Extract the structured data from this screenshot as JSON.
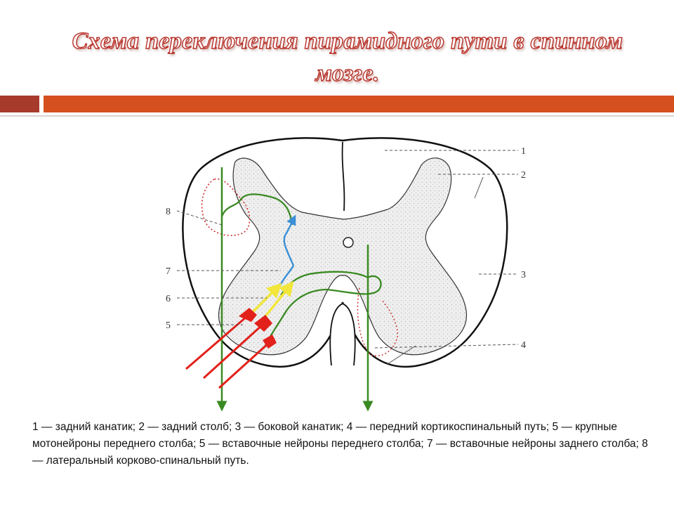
{
  "slide": {
    "title": "Схема переключения пирамидного  пути в спинном мозге.",
    "accent_color": "#d5501f",
    "accent_dark_color": "#a83a2c"
  },
  "diagram": {
    "labels": [
      "1",
      "2",
      "3",
      "4",
      "5",
      "6",
      "7",
      "8"
    ],
    "colors": {
      "outline": "#111111",
      "gray_matter": "#ececec",
      "pyramidal_tract": "#3a8a22",
      "motoneuron": "#e2211b",
      "interneuron_anterior": "#f2e63a",
      "interneuron_posterior": "#3a8fd6",
      "lateral_tract_region": "#cc2b2b"
    }
  },
  "caption": {
    "text": "1 — задний канатик; 2 — задний столб; 3 — боковой канатик; 4 — передний кортикоспинальный путь; 5 — крупные мотонейроны переднего столба; 5 — вставочные нейроны переднего столба; 7 — вставочные нейроны заднего столба; 8 — латеральный корково-спинальный путь."
  }
}
